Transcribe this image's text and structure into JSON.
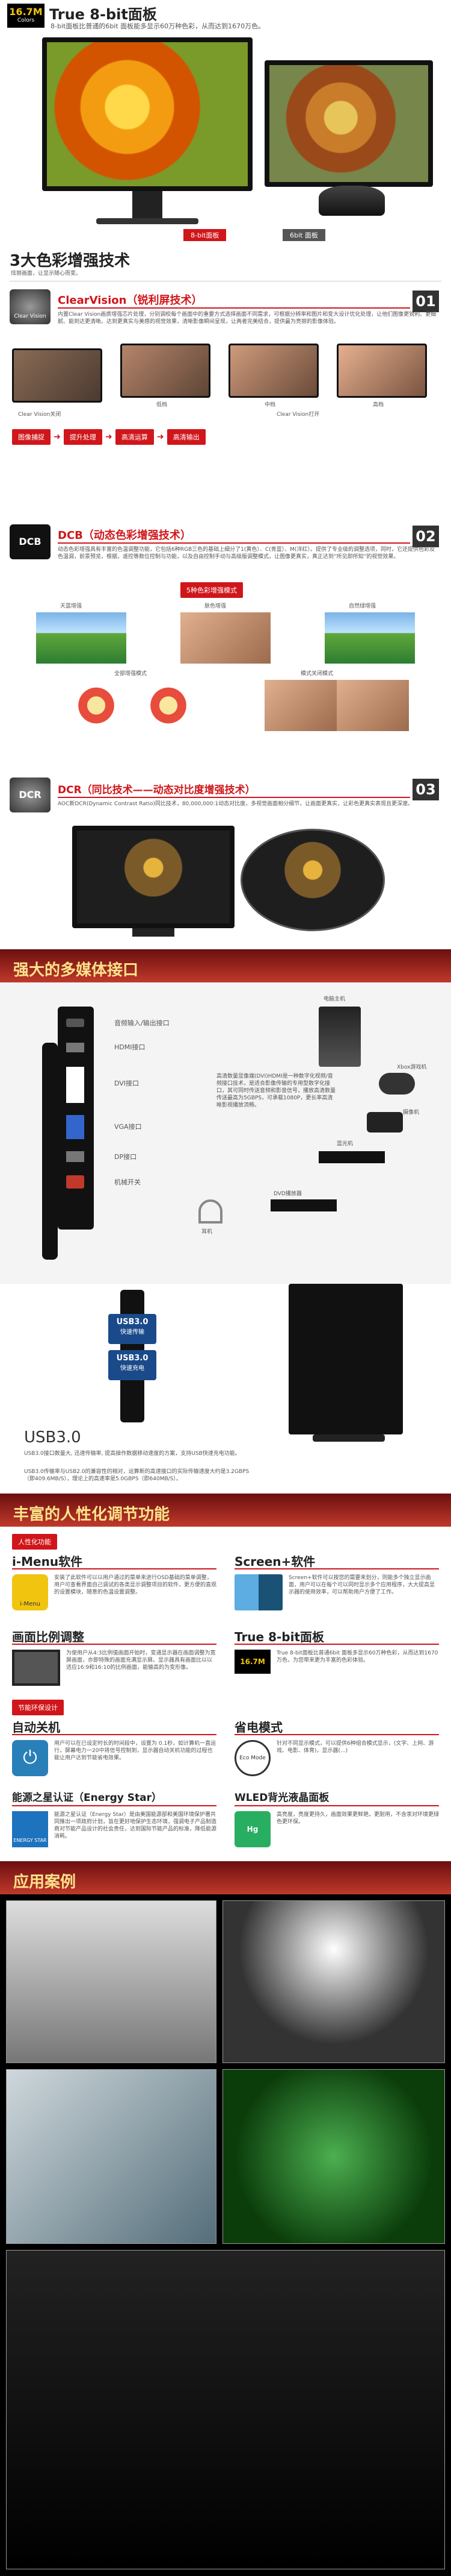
{
  "top": {
    "badge_line1": "16.7M",
    "badge_line2": "Colors",
    "title": "True 8-bit面板",
    "desc": "8-bit面板比普通的6bit 面板能多显示60万种色彩，从而达到1670万色。",
    "label_left": "8-bit面板",
    "label_right": "6bit 面板"
  },
  "tech3": {
    "title": "3大色彩增强技术",
    "subtitle": "炫丽画面，让显示随心而变。",
    "clearvision": {
      "icon_text": "Clear Vision",
      "title": "ClearVision（锐利屏技术）",
      "num": "01",
      "desc": "内置Clear Vision画质增强芯片处理，分别调校每个画面中的重要方式选择画面不同需求，可根据分辨率和图片和变大设计优化处理，让他们图像更锐利、更细腻、能到达更清晰。达到更真实与美感的视觉效果，清晰影像瞬间呈现，让两者完美结合，提供最为亮丽的影像体验。",
      "labels": [
        "Clear Vision关闭",
        "低档",
        "中档",
        "高档",
        "Clear Vision打开"
      ],
      "flow": [
        "图像捕捉",
        "提升处理",
        "高清运算",
        "高清输出"
      ]
    },
    "dcb": {
      "title": "DCB（动态色彩增强技术）",
      "num": "02",
      "desc": "动态色彩增强具有丰富的色温调整功能，它包括6种RGB三色的基础上细分了1(黄色）、C(青蓝）、M(洋红）。提供了专业级的调整选项，同时，它还提供色彩及色温调，前景预览，根据，遥控等数位控制与功能，以及自由控制手动与高级版调整模式，让图像更真实，真正达到“所见即所知”的视觉效果。",
      "mode_title": "5种色彩增强模式",
      "mode_labels": [
        "天蓝增强",
        "肤色增强",
        "自然绿增强"
      ],
      "mode_labels2": [
        "全部增强模式",
        "模式关闭模式"
      ]
    },
    "dcr": {
      "icon_text": "DCR",
      "title": "DCR（同比技术——动态对比度增强技术）",
      "num": "03",
      "desc": "AOC新DCR(Dynamic Contrast Ratio)同比技术，80,000,000:1动态对比度，多视觉画面相分细节，让画面更真实，让彩色更真实表现且更深邃。"
    }
  },
  "multimedia": {
    "title": "强大的多媒体接口",
    "ports": [
      "音频输入/输出接口",
      "HDMI接口",
      "DVI接口",
      "VGA接口",
      "DP接口",
      "机械开关"
    ],
    "devices": [
      "电脑主机",
      "Xbox游戏机",
      "摄像机",
      "蓝光机",
      "DVD播放器",
      "耳机"
    ],
    "hdmi_desc": "高清数量显像端(DVI)HDMI是一种数字化视频/音频接口技术，是适合影像传输的专用型数字化接口，其可同时传送音频和影音信号，播放高清数量传送最高为5GBPS，可承载1080P，更长率高清晰影视播放流畅。",
    "usb_badge1": "USB3.0",
    "usb_badge1_sub": "快速传输",
    "usb_badge2": "USB3.0",
    "usb_badge2_sub": "快速充电",
    "usb_title": "USB3.0",
    "usb_desc1": "USB3.0接口数量大, 迅速传输率, 提高操作数据移动速度的方案，支持USB快速充电功能。",
    "usb_desc2": "USB3.0传输率与USB2.0的兼容性的相对，运算新的高速接口的实际传输速度大约是3.2GBPS（即409.6MB/S），理论上的高速率是5.0GBPS（即640MB/S）。"
  },
  "custom": {
    "title": "丰富的人性化调节功能",
    "badge1": "人性化功能",
    "badge2": "节能环保设计",
    "imenu": {
      "title": "i-Menu软件",
      "icon": "i-Menu",
      "desc": "安装了此软件可以以用户通过的菜单来进行OSD基础的菜单调整，用户可查看界面自己调试的各类显示调整项目的软件，更方便的直观的设置模块，随意的色温设置调整。"
    },
    "screenplus": {
      "title": "Screen+软件",
      "desc": "Screen+软件可以按您的需要来划分，则能多个独立显示画面，用户可以在每个可以同时显示多个应用程序，大大提高显示器的使用效率，可以帮助用户方便了工作。"
    },
    "ratio": {
      "title": "画面比例调整",
      "desc": "为使用户从4:3比例值画面开始时，变通显示器在画面调整为宽屏画面，亦即特殊的画面充满显示屏。显示器具有画面比以以适应16:9和16:10的比例画面，能输高的为变形像。"
    },
    "true8": {
      "title": "True  8-bit面板",
      "desc": "True 8-bit面板比普通6bit 面板多显示60万种色彩，从而达到1670万色，为您带来更为丰富的色彩体验。"
    },
    "autooff": {
      "title": "自动关机",
      "desc": "用户可以在已设定时长的时间段中，设置为 0.1秒，如计算机一直运行，屏幕电力一20中将信号控制到，显示器自动关机功能的过程也能让用户达到节能省电效果。"
    },
    "eco": {
      "title": "省电模式",
      "icon": "Eco Mode",
      "desc": "针对不同显示模式，可以提供6种组合模式显示，(文字、上网、游戏、电影、体育)，显示器(...)"
    },
    "energystar": {
      "title": "能源之星认证（Energy Star）",
      "icon": "ENERGY STAR",
      "desc": "能源之星认证（Energy Star）是由美国能源部和美国环境保护署共同推出一项政府计划，旨在更好地保护生态环境，强调电子产品制造商对节能产品设计的社会责任，达到国际节能产品的标准，降低能源消耗。"
    },
    "wled": {
      "title": "WLED背光液晶面板",
      "desc": "高亮度，亮度更持久，画面效果更鲜艳，更耐用，不含汞对环境更绿色更环保。"
    }
  },
  "cases": {
    "title": "应用案例"
  }
}
